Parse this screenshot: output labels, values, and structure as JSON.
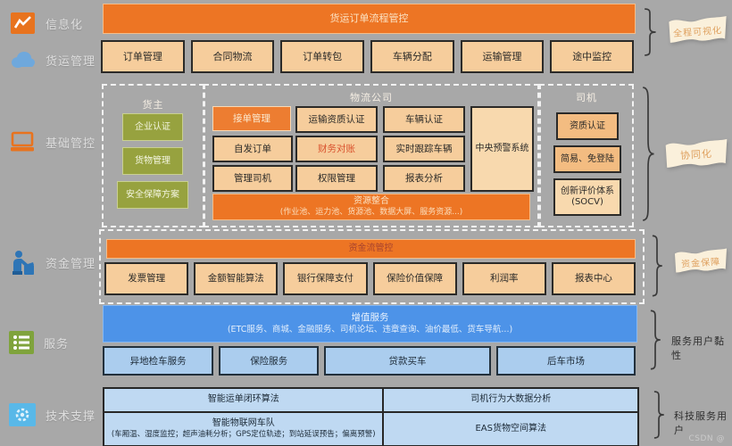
{
  "colors": {
    "background": "#a8a8a8",
    "orange": "#ED7524",
    "light_orange": "#F6CD9C",
    "olive_green": "#97A23F",
    "blue": "#4D93E8",
    "light_blue": "#ABCDEE",
    "banner_cream": "#FAF0DB",
    "alert_red_text": "#D9502C"
  },
  "sidebar": {
    "items": [
      {
        "icon": "chart-icon",
        "label": "信息化"
      },
      {
        "icon": "cloud-icon",
        "label": "货运管理"
      },
      {
        "icon": "laptop-icon",
        "label": "基础管控"
      },
      {
        "icon": "finance-person-icon",
        "label": "资金管理"
      },
      {
        "icon": "list-icon",
        "label": "服务"
      },
      {
        "icon": "gear-icon",
        "label": "技术支撑"
      }
    ]
  },
  "freight": {
    "top_bar": "货运订单流程管控",
    "boxes": [
      "订单管理",
      "合同物流",
      "订单转包",
      "车辆分配",
      "运输管理",
      "途中监控"
    ]
  },
  "collab": {
    "shipper": {
      "title": "货主",
      "items": [
        "企业认证",
        "货物管理",
        "安全保障方案"
      ]
    },
    "logistics": {
      "title": "物流公司",
      "row1": [
        "接单管理",
        "运输资质认证",
        "车辆认证"
      ],
      "row2": [
        "自发订单",
        "财务对账",
        "实时跟踪车辆"
      ],
      "row3": [
        "管理司机",
        "权限管理",
        "报表分析"
      ],
      "alert": "中央预警系统",
      "pool_title": "资源整合",
      "pool_detail": "(作业池、运力池、货源池、数据大屏、服务资源...)"
    },
    "driver": {
      "title": "司机",
      "items": [
        "资质认证",
        "简易、免登陆",
        "创新评价体系\n(SOCV)"
      ]
    }
  },
  "funds": {
    "top_bar": "资金流管控",
    "boxes": [
      "发票管理",
      "金额智能算法",
      "银行保障支付",
      "保险价值保障",
      "利润率",
      "报表中心"
    ]
  },
  "services": {
    "bar_title": "增值服务",
    "bar_detail": "(ETC服务、商城、金融服务、司机论坛、违章查询、油价最低、货车导航...)",
    "boxes": [
      "异地检车服务",
      "保险服务",
      "贷款买车",
      "后车市场"
    ]
  },
  "tech": {
    "cell_top_left": "智能运单闭环算法",
    "cell_top_right": "司机行为大数据分析",
    "cell_bottom_left_title": "智能物联网车队",
    "cell_bottom_left_detail": "(车厢温、湿度监控；超声油耗分析；GPS定位轨迹；到站延误预告；偏离预警)",
    "cell_bottom_right": "EAS货物空间算法"
  },
  "annotations": {
    "banners": [
      "全程可视化",
      "协同化",
      "资金保障"
    ],
    "labels": [
      "服务用户黏性",
      "科技服务用户"
    ]
  },
  "watermark": "CSDN @"
}
